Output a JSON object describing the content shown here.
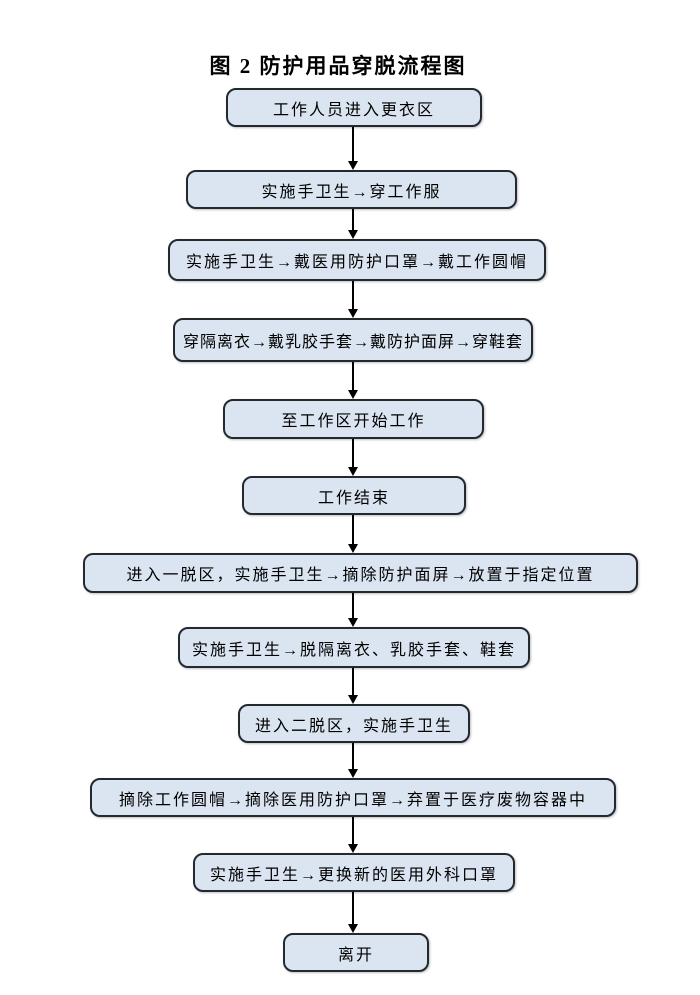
{
  "figure": {
    "title": "图 2 防护用品穿脱流程图",
    "type": "flowchart",
    "colors": {
      "background": "#ffffff",
      "box_fill": "#dbe5f1",
      "box_border": "#24292e",
      "arrow": "#000000",
      "text": "#000000"
    }
  },
  "flow": {
    "steps": [
      {
        "label": "工作人员进入更衣区"
      },
      {
        "label": "实施手卫生→穿工作服"
      },
      {
        "label": "实施手卫生→戴医用防护口罩→戴工作圆帽"
      },
      {
        "label": "穿隔离衣→戴乳胶手套→戴防护面屏→穿鞋套"
      },
      {
        "label": "至工作区开始工作"
      },
      {
        "label": "工作结束"
      },
      {
        "label": "进入一脱区，实施手卫生→摘除防护面屏→放置于指定位置"
      },
      {
        "label": "实施手卫生→脱隔离衣、乳胶手套、鞋套"
      },
      {
        "label": "进入二脱区，实施手卫生"
      },
      {
        "label": "摘除工作圆帽→摘除医用防护口罩→弃置于医疗废物容器中"
      },
      {
        "label": "实施手卫生→更换新的医用外科口罩"
      },
      {
        "label": "离开"
      }
    ]
  }
}
